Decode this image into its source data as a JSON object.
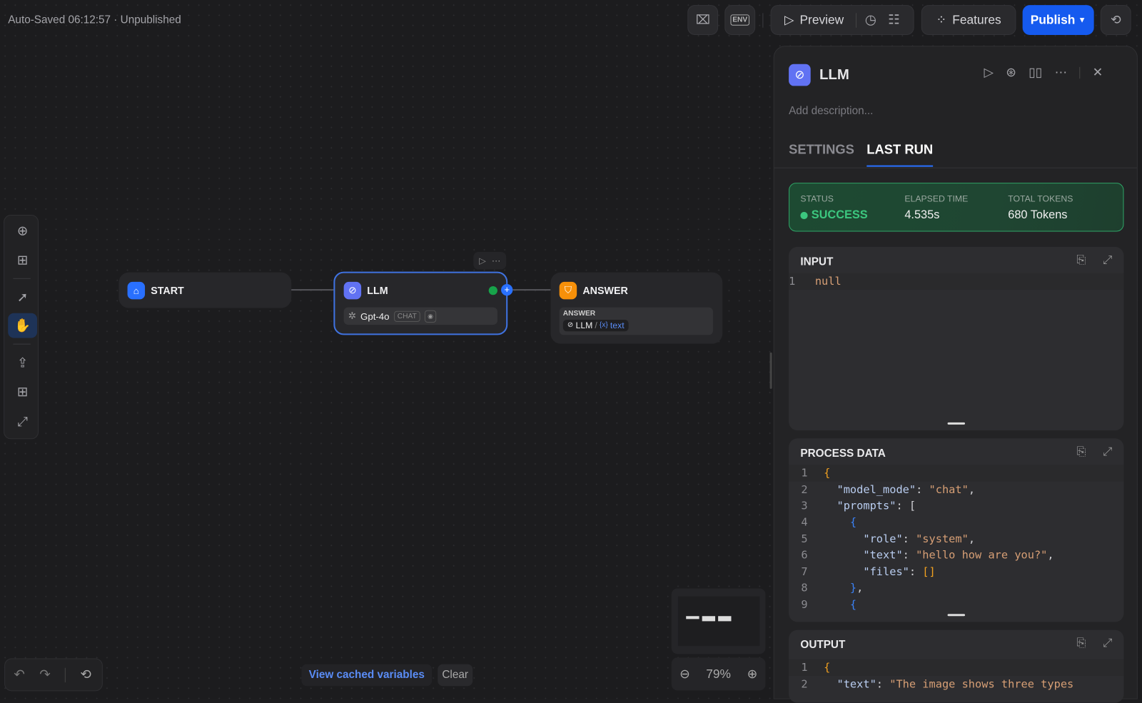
{
  "header": {
    "autosave": "Auto-Saved 06:12:57 · Unpublished",
    "preview": "Preview",
    "features": "Features",
    "publish": "Publish",
    "env": "ENV"
  },
  "nodes": {
    "start": {
      "title": "START"
    },
    "llm": {
      "title": "LLM",
      "model": "Gpt-4o",
      "mode": "CHAT"
    },
    "answer": {
      "title": "ANSWER",
      "label": "ANSWER",
      "source": "LLM",
      "sep": "/",
      "var": "text",
      "var_icon": "{x}"
    }
  },
  "footer": {
    "view_cached": "View cached variables",
    "clear": "Clear",
    "zoom": "79%"
  },
  "panel": {
    "title": "LLM",
    "description_placeholder": "Add description...",
    "tabs": [
      {
        "label": "SETTINGS"
      },
      {
        "label": "LAST RUN"
      }
    ],
    "status": {
      "status_label": "STATUS",
      "status_value": "SUCCESS",
      "elapsed_label": "ELAPSED TIME",
      "elapsed_value": "4.535s",
      "tokens_label": "TOTAL TOKENS",
      "tokens_value": "680 Tokens"
    },
    "input": {
      "title": "INPUT",
      "lines": [
        {
          "n": "1",
          "t": "null"
        }
      ]
    },
    "process": {
      "title": "PROCESS DATA",
      "lines": [
        "1",
        "2",
        "3",
        "4",
        "5",
        "6",
        "7",
        "8",
        "9"
      ]
    },
    "output": {
      "title": "OUTPUT",
      "lines": [
        "1",
        "2"
      ]
    }
  },
  "colors": {
    "accent": "#155aef",
    "success": "#3cc77f",
    "answer": "#f79009"
  }
}
